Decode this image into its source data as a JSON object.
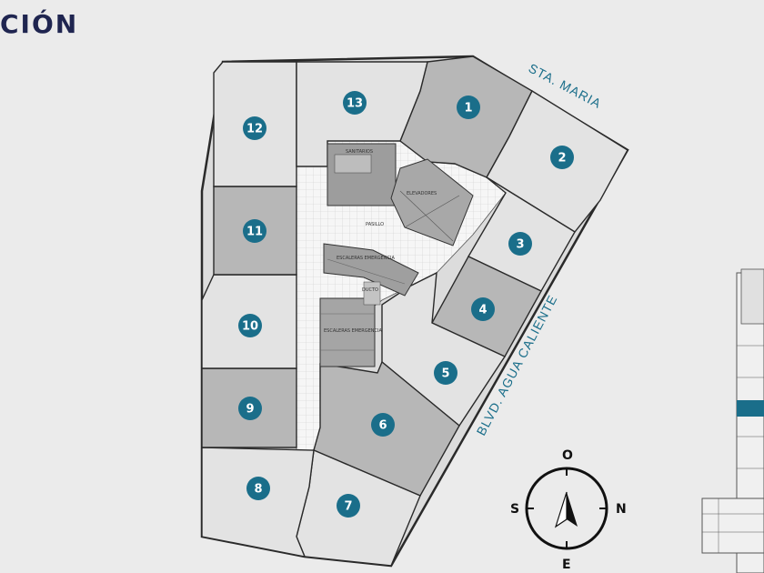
{
  "title": "CIÓN",
  "colors": {
    "accent": "#1a6e8a",
    "title": "#1f2550",
    "unit_light": "#e3e3e3",
    "unit_dark": "#b7b7b7",
    "corridor": "#f4f4f4",
    "outline": "#2a2a2a"
  },
  "streets": {
    "north": "STA. MARIA",
    "east": "BLVD. AGUA CALIENTE"
  },
  "core_labels": {
    "sanitarios": "SANITARIOS",
    "pasillo": "PASILLO",
    "elevators": "ELEVADORES",
    "escaleras_1": "ESCALERAS EMERGENCIA",
    "escaleras_2": "ESCALERAS EMERGENCIA",
    "ducto": "DUCTO"
  },
  "units": [
    {
      "number": "1",
      "shade": "dark"
    },
    {
      "number": "2",
      "shade": "light"
    },
    {
      "number": "3",
      "shade": "light"
    },
    {
      "number": "4",
      "shade": "dark"
    },
    {
      "number": "5",
      "shade": "light"
    },
    {
      "number": "6",
      "shade": "dark"
    },
    {
      "number": "7",
      "shade": "light"
    },
    {
      "number": "8",
      "shade": "light"
    },
    {
      "number": "9",
      "shade": "dark"
    },
    {
      "number": "10",
      "shade": "light"
    },
    {
      "number": "11",
      "shade": "dark"
    },
    {
      "number": "12",
      "shade": "light"
    },
    {
      "number": "13",
      "shade": "light"
    }
  ],
  "compass": {
    "north": "O",
    "east": "N",
    "south": "E",
    "west": "S"
  }
}
